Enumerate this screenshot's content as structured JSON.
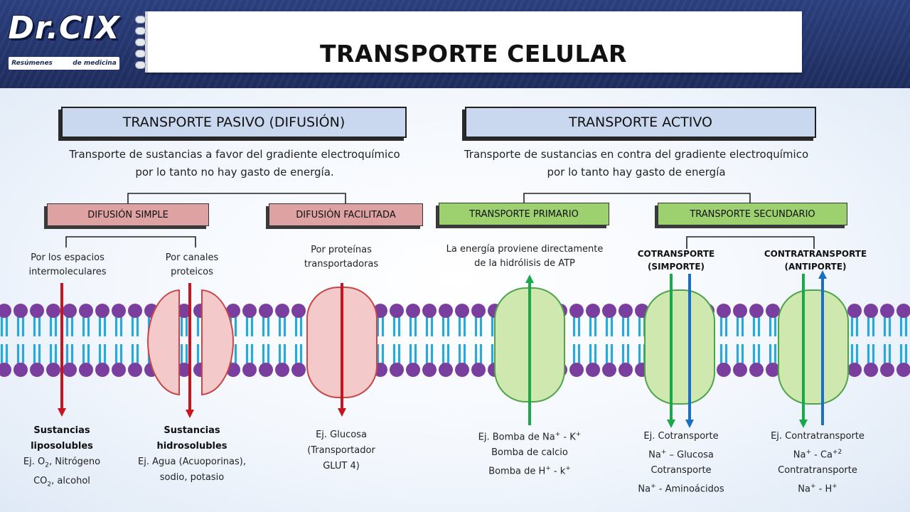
{
  "header": {
    "title": "TRANSPORTE CELULAR",
    "logo": {
      "main": "Dr.CIX",
      "sub_left": "Resúmenes",
      "sub_right": "de medicina"
    }
  },
  "pasivo": {
    "heading": "TRANSPORTE PASIVO (DIFUSIÓN)",
    "desc_line1": "Transporte de sustancias a favor del gradiente electroquímico",
    "desc_line2": "por lo tanto no hay gasto de energía.",
    "simple": {
      "label": "DIFUSIÓN SIMPLE",
      "via1_line1": "Por los espacios",
      "via1_line2": "intermoleculares",
      "via2_line1": "Por canales",
      "via2_line2": "proteicos",
      "ex1_title1": "Sustancias",
      "ex1_title2": "liposolubles",
      "ex1_line1_a": "Ej. O",
      "ex1_line1_sub": "2",
      "ex1_line1_b": ", Nitrógeno",
      "ex1_line2_a": "CO",
      "ex1_line2_sub": "2",
      "ex1_line2_b": ", alcohol",
      "ex2_title1": "Sustancias",
      "ex2_title2": "hidrosolubles",
      "ex2_line1": "Ej. Agua (Acuoporinas),",
      "ex2_line2": "sodio, potasio"
    },
    "facilitada": {
      "label": "DIFUSIÓN FACILITADA",
      "via_line1": "Por proteínas",
      "via_line2": "transportadoras",
      "ex_line1": "Ej. Glucosa",
      "ex_line2": "(Transportador",
      "ex_line3": "GLUT 4)"
    }
  },
  "activo": {
    "heading": "TRANSPORTE ACTIVO",
    "desc_line1": "Transporte de sustancias en contra del gradiente electroquímico",
    "desc_line2": "por lo tanto hay gasto de energía",
    "primario": {
      "label": "TRANSPORTE PRIMARIO",
      "note_line1": "La energía proviene directamente",
      "note_line2": "de la hidrólisis de  ATP",
      "ex_line1_a": "Ej. Bomba de Na",
      "ex_line1_sup1": "+",
      "ex_line1_b": " - K",
      "ex_line1_sup2": "+",
      "ex_line2": "Bomba de calcio",
      "ex_line3_a": "Bomba de H",
      "ex_line3_sup1": "+",
      "ex_line3_b": " - k",
      "ex_line3_sup2": "+"
    },
    "secundario": {
      "label": "TRANSPORTE SECUNDARIO",
      "cotransporte_line1": "COTRANSPORTE",
      "cotransporte_line2": "(SIMPORTE)",
      "contratransporte_line1": "CONTRATRANSPORTE",
      "contratransporte_line2": "(ANTIPORTE)",
      "co_ex_line1": "Ej. Cotransporte",
      "co_ex_line2_a": "Na",
      "co_ex_line2_sup": "+",
      "co_ex_line2_b": " – Glucosa",
      "co_ex_line3": "Cotransporte",
      "co_ex_line4_a": "Na",
      "co_ex_line4_sup": "+",
      "co_ex_line4_b": " - Aminoácidos",
      "contra_ex_line1": "Ej. Contratransporte",
      "contra_ex_line2_a": "Na",
      "contra_ex_line2_sup1": "+",
      "contra_ex_line2_b": " - Ca",
      "contra_ex_line2_sup2": "+2",
      "contra_ex_line3": "Contratransporte",
      "contra_ex_line4_a": "Na",
      "contra_ex_line4_sup1": "+",
      "contra_ex_line4_b": " - H",
      "contra_ex_line4_sup2": "+"
    }
  },
  "colors": {
    "banner": "#24356d",
    "heading_box": "#c9d8ee",
    "passive_box": "#dfa2a2",
    "active_box": "#9dd06e",
    "phospholipid_head": "#7a3f9e",
    "phospholipid_tail": "#29a9d9",
    "passive_arrow": "#c8141e",
    "active_arrow_green": "#1aa84a",
    "active_arrow_blue": "#1b6fc2",
    "channel_protein": "#f4c9c9",
    "pump_protein": "#cfe8b0"
  }
}
